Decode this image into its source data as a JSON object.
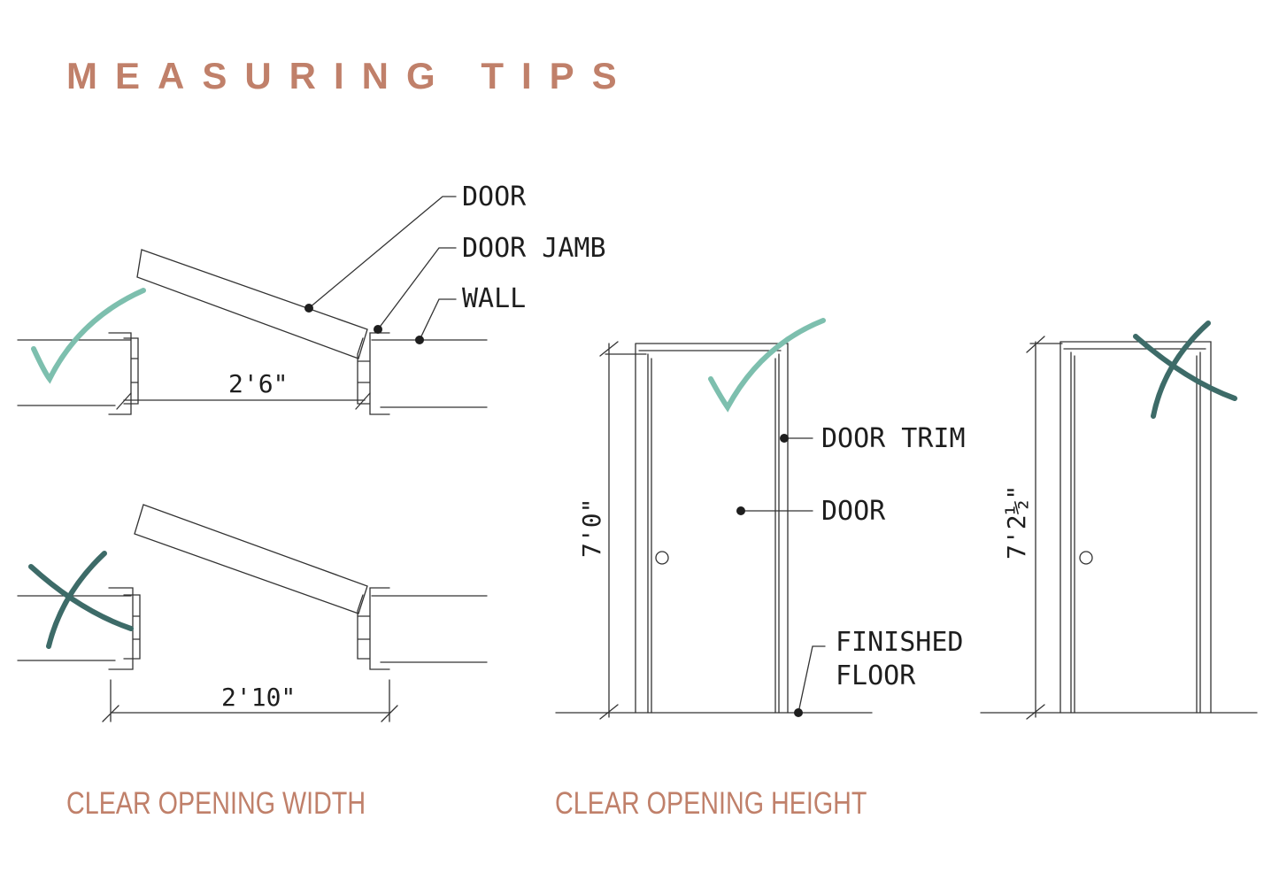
{
  "title": "MEASURING TIPS",
  "width_section": {
    "caption": "CLEAR OPENING WIDTH",
    "correct_dimension": "2'6\"",
    "incorrect_dimension": "2'10\"",
    "callouts": [
      "DOOR",
      "DOOR JAMB",
      "WALL"
    ]
  },
  "height_section": {
    "caption": "CLEAR OPENING HEIGHT",
    "correct_dimension": "7'0\"",
    "incorrect_dimension": "7'2½\"",
    "callouts": [
      "DOOR TRIM",
      "DOOR",
      "FINISHED",
      "FLOOR"
    ]
  },
  "colors": {
    "title": "#c0806a",
    "check": "#7dbfae",
    "cross": "#3d6b68",
    "ink": "#1e1e1e"
  },
  "icons": [
    "check-mark-icon",
    "x-mark-icon"
  ]
}
